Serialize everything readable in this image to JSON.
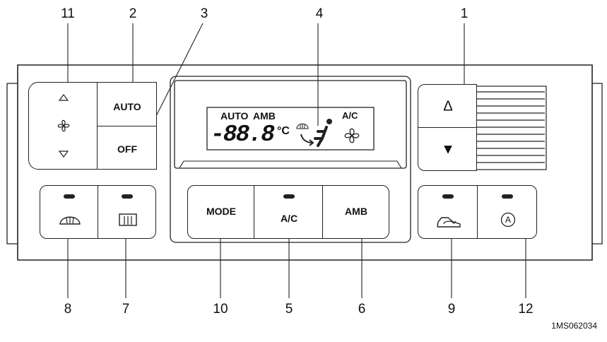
{
  "callouts": [
    "11",
    "2",
    "3",
    "4",
    "1",
    "8",
    "7",
    "10",
    "5",
    "6",
    "9",
    "12"
  ],
  "buttons": {
    "auto": "AUTO",
    "off": "OFF",
    "mode": "MODE",
    "ac": "A/C",
    "amb": "AMB",
    "temp_up": "Δ",
    "temp_down": "▼",
    "auto_recirc": "A"
  },
  "display": {
    "auto": "AUTO",
    "amb": "AMB",
    "ac": "A/C",
    "temp": "-88.8",
    "unit": "°C"
  },
  "figure_code": "1MS062034"
}
